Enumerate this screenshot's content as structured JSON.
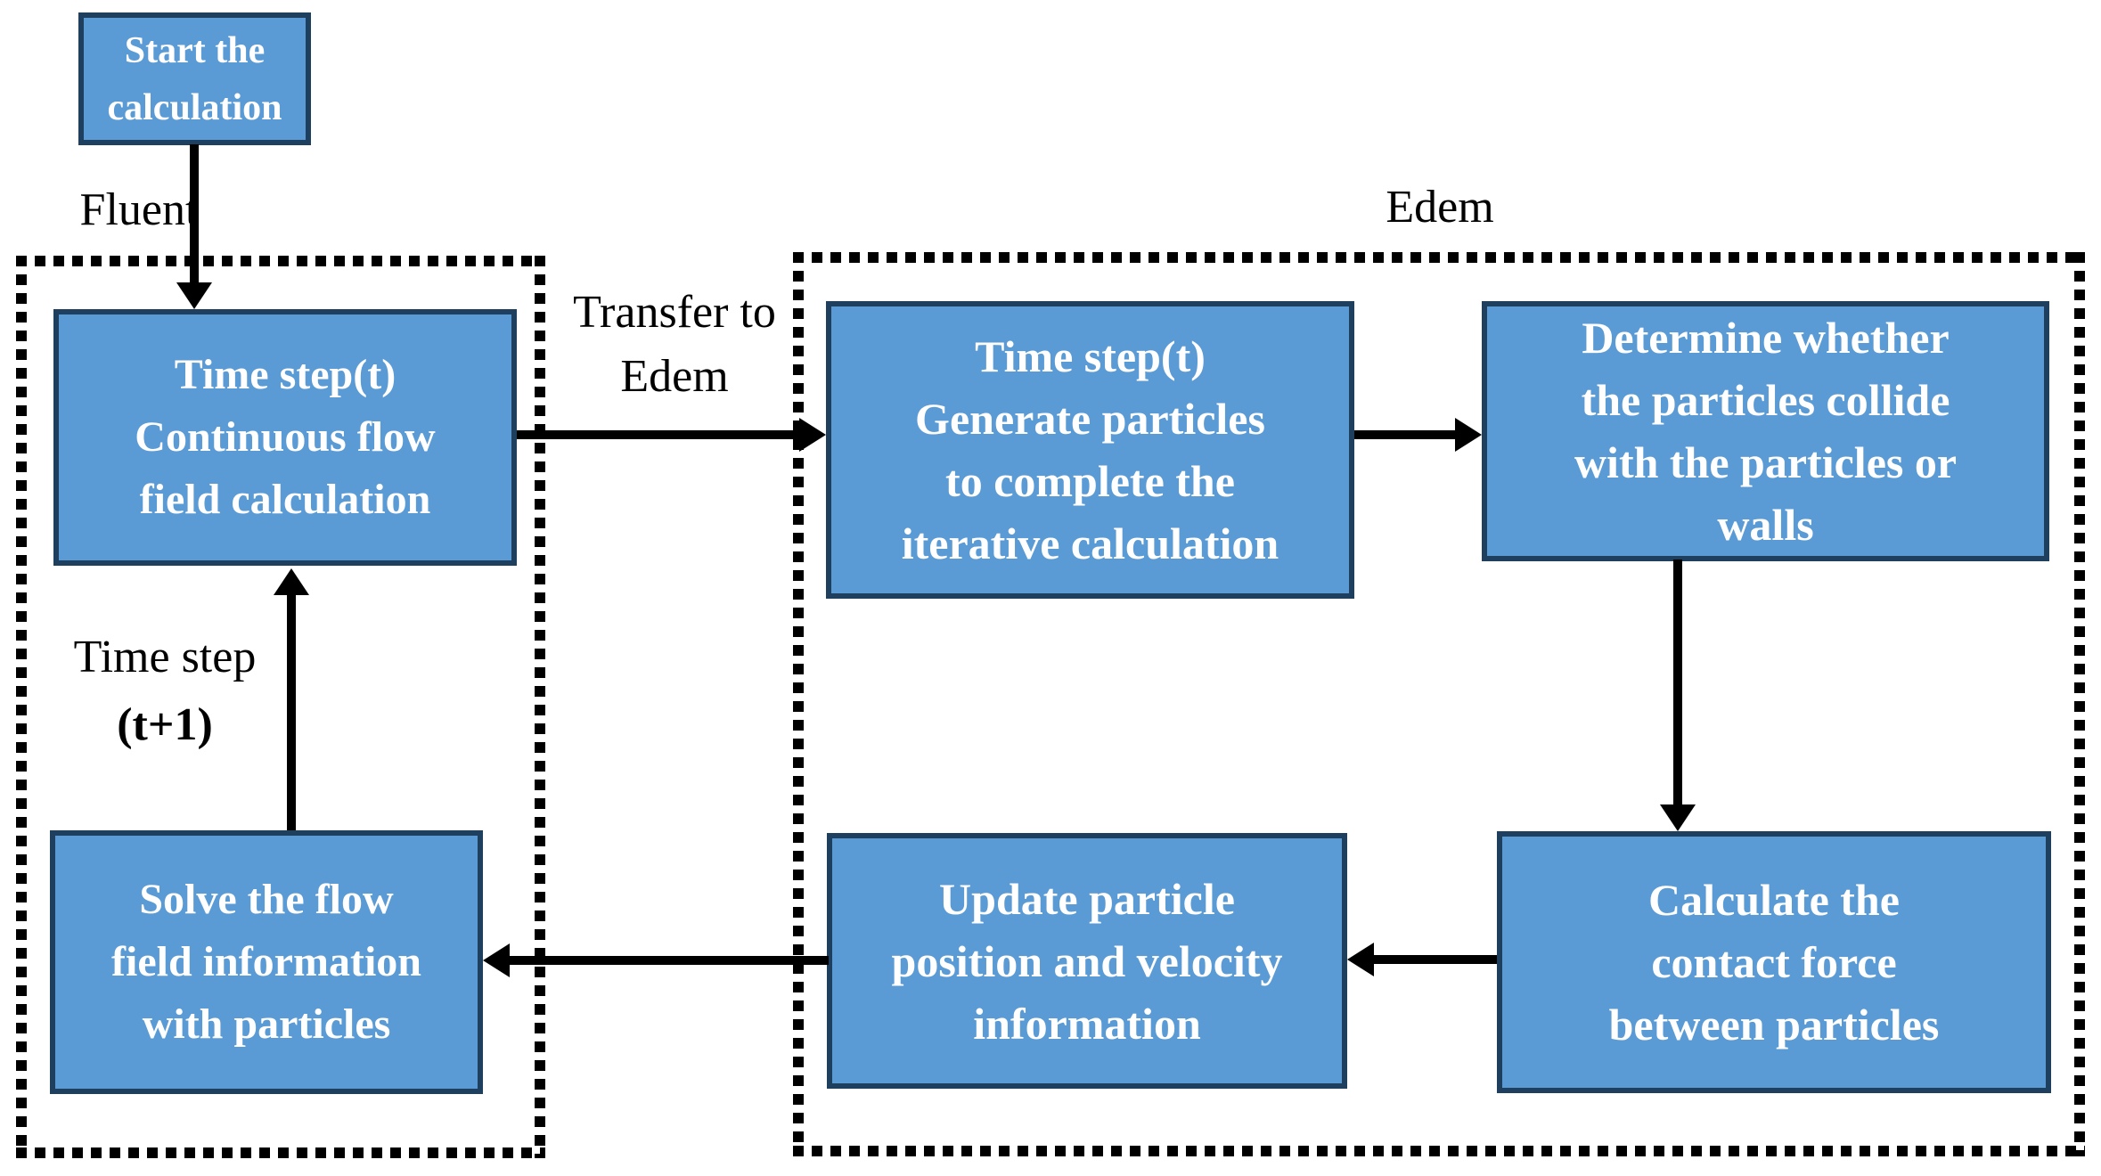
{
  "regions": {
    "fluent": {
      "label": "Fluent"
    },
    "edem": {
      "label": "Edem"
    }
  },
  "boxes": {
    "start": {
      "lines": [
        "Start the",
        "calculation"
      ]
    },
    "fluent_timestep": {
      "lines": [
        "Time step(t)",
        "Continuous flow",
        "field calculation"
      ]
    },
    "edem_generate": {
      "lines": [
        "Time step(t)",
        "Generate particles",
        "to complete the",
        "iterative calculation"
      ]
    },
    "edem_determine": {
      "lines": [
        "Determine whether",
        "the particles collide",
        "with the particles or",
        "walls"
      ]
    },
    "edem_calculate": {
      "lines": [
        "Calculate the",
        "contact force",
        "between particles"
      ]
    },
    "edem_update": {
      "lines": [
        "Update particle",
        "position and velocity",
        "information"
      ]
    },
    "fluent_solve": {
      "lines": [
        "Solve the flow",
        "field information",
        "with particles"
      ]
    }
  },
  "edge_labels": {
    "transfer_to_edem": {
      "lines": [
        "Transfer to",
        "Edem"
      ]
    },
    "next_time_step": {
      "lines": [
        "Time step",
        "(t+1)"
      ]
    }
  },
  "colors": {
    "box_fill": "#5b9bd5",
    "box_border": "#1f3f5f",
    "box_text": "#ffffff",
    "label_text": "#000000",
    "line_color": "#000000",
    "background": "#ffffff"
  }
}
